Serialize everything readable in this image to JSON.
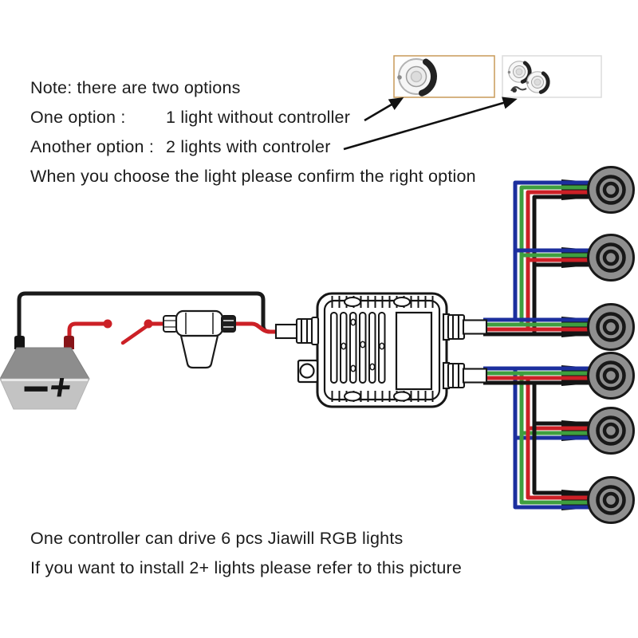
{
  "notes": {
    "line1": "Note: there are two options",
    "option1_label": "One option :",
    "option1_value": "1 light without controller",
    "option2_label": "Another option :",
    "option2_value": "2 lights with controler",
    "line4": "When you choose the light please confirm the right option"
  },
  "product_options": [
    {
      "border_color": "#c89a58",
      "lights_in_photo": 1
    },
    {
      "border_color": "#dcdcdc",
      "lights_in_photo": 2
    }
  ],
  "battery": {
    "negative_label": "−",
    "positive_label": "+"
  },
  "diagram": {
    "lights_count": 6,
    "outline": "#161616",
    "light_fill": "#8f8f8f",
    "wire_colors": {
      "power_red": "#cc2026",
      "power_black": "#1a1a1a",
      "rgb_blue": "#1c2f9e",
      "rgb_green": "#3f9e3f",
      "rgb_red": "#cc2026",
      "rgb_black": "#141414"
    }
  },
  "footer": {
    "line1": "One controller can drive 6 pcs Jiawill RGB lights",
    "line2": "If you want to install 2+ lights please refer to this picture"
  }
}
